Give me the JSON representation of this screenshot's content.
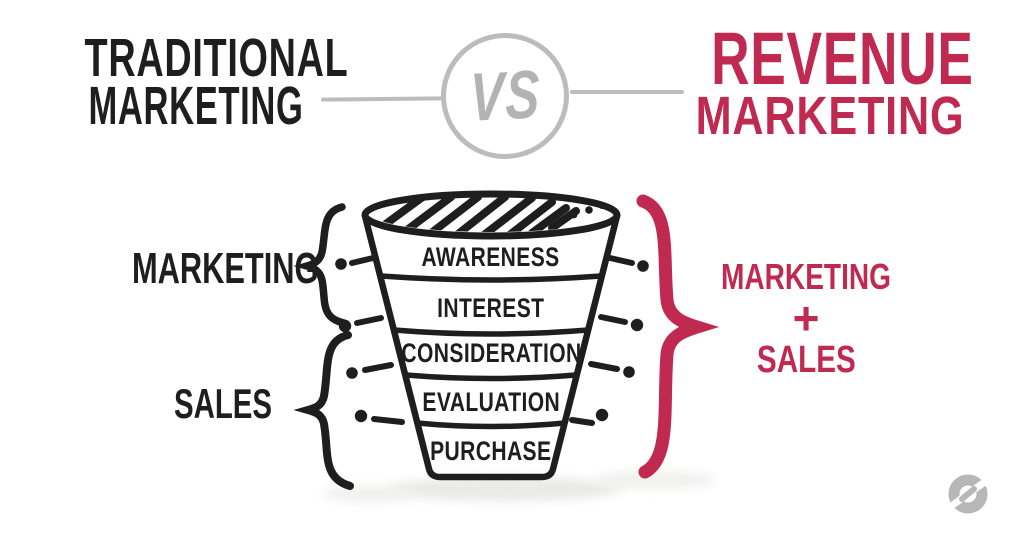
{
  "header": {
    "left": {
      "line1": "TRADITIONAL",
      "line2": "MARKETING"
    },
    "vs": "VS",
    "right": {
      "line1": "REVENUE",
      "line2": "MARKETING"
    }
  },
  "funnel": {
    "stages": [
      "AWARENESS",
      "INTEREST",
      "CONSIDERATION",
      "EVALUATION",
      "PURCHASE"
    ]
  },
  "annotations": {
    "left": {
      "top_label": "MARKETING",
      "bottom_label": "SALES"
    },
    "right": {
      "line1": "MARKETING",
      "plus": "+",
      "line2": "SALES"
    }
  },
  "icons": {
    "vs_badge": "vs-circle-badge",
    "brand_logo": "circular-arcs-brand-mark"
  },
  "colors": {
    "ink": "#1e1e1e",
    "accent_red": "#c02a50",
    "gray": "#bcbcbc"
  }
}
